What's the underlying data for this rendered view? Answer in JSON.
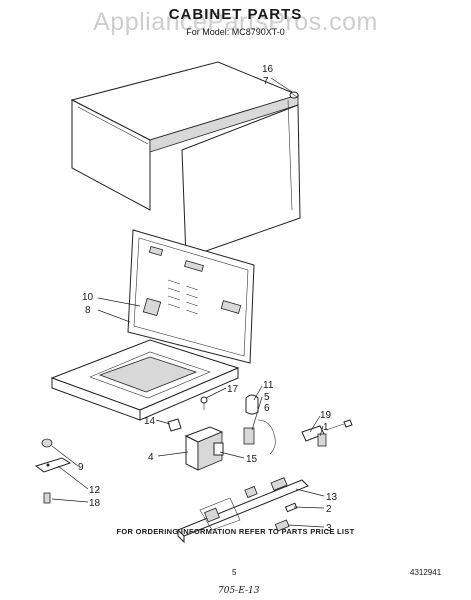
{
  "header": {
    "watermark": "AppliancePartsPros.com",
    "title": "CABINET PARTS",
    "subtitle": "For Model: MC8790XT-0"
  },
  "callouts": [
    {
      "id": "c16",
      "label": "16"
    },
    {
      "id": "c7",
      "label": "7"
    },
    {
      "id": "c10",
      "label": "10"
    },
    {
      "id": "c8",
      "label": "8"
    },
    {
      "id": "c17",
      "label": "17"
    },
    {
      "id": "c11",
      "label": "11"
    },
    {
      "id": "c5",
      "label": "5"
    },
    {
      "id": "c6",
      "label": "6"
    },
    {
      "id": "c19",
      "label": "19"
    },
    {
      "id": "c1",
      "label": "1"
    },
    {
      "id": "c14",
      "label": "14"
    },
    {
      "id": "c4",
      "label": "4"
    },
    {
      "id": "c15",
      "label": "15"
    },
    {
      "id": "c9",
      "label": "9"
    },
    {
      "id": "c12",
      "label": "12"
    },
    {
      "id": "c18",
      "label": "18"
    },
    {
      "id": "c13",
      "label": "13"
    },
    {
      "id": "c2",
      "label": "2"
    },
    {
      "id": "c3",
      "label": "3"
    }
  ],
  "footer": {
    "note": "FOR ORDERING INFORMATION REFER TO PARTS PRICE LIST",
    "page_number": "5",
    "document_number": "4312941",
    "handwritten": "705-E-13"
  }
}
